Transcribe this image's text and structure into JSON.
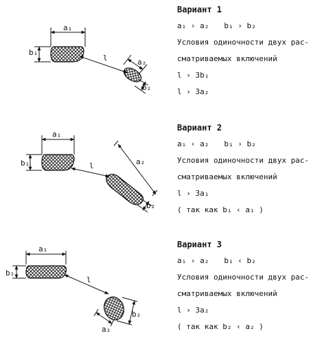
{
  "variants": [
    {
      "title": "Вариант 1",
      "cond_a": "a₁ › a₂",
      "cond_b": "b₁ › b₂",
      "text1": "Условия одиночности двух рас-",
      "text2": "сматриваемых включений",
      "rel1": "l › 3b₁",
      "rel2": "l › 3a₂",
      "fig": {
        "a_big": "a₁",
        "b_big": "b₁",
        "a_small": "a₂",
        "b_small": "b₂",
        "dist": "l"
      }
    },
    {
      "title": "Вариант 2",
      "cond_a": "a₁ ‹ a₂",
      "cond_b": "b₁ › b₂",
      "text1": "Условия одиночности двух рас-",
      "text2": "сматриваемых включений",
      "rel1": "l › 3a₁",
      "rel2": "( так как  b₁ ‹ a₁ )",
      "fig": {
        "a_big": "a₁",
        "b_big": "b₁",
        "a_small": "a₂",
        "b_small": "b₂",
        "dist": "l"
      }
    },
    {
      "title": "Вариант 3",
      "cond_a": "a₁ › a₂",
      "cond_b": "b₁ ‹ b₂",
      "text1": "Условия одиночности двух рас-",
      "text2": "сматриваемых включений",
      "rel1": "l › 3a₂",
      "rel2": "( так как  b₂ ‹ a₂ )",
      "fig": {
        "a_big": "a₁",
        "b_big": "b₁",
        "a_small": "a₂",
        "b_small": "b₂",
        "dist": "l"
      }
    }
  ],
  "colors": {
    "ink": "#111111",
    "paper": "#ffffff"
  }
}
